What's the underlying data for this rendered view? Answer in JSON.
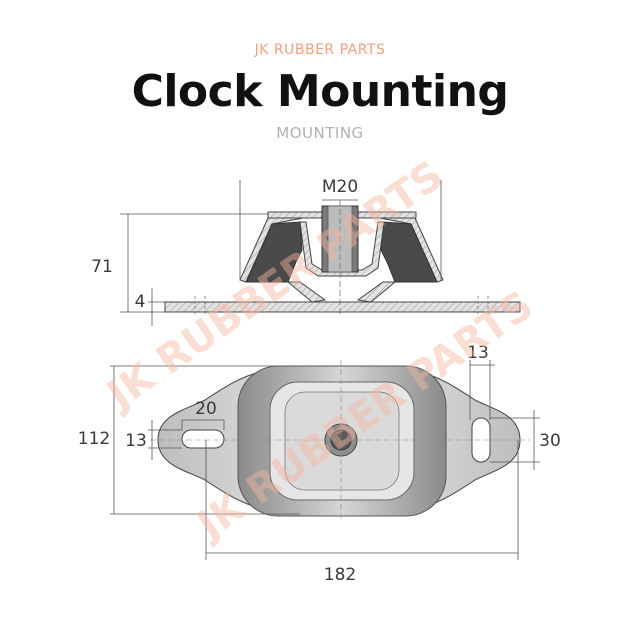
{
  "header": {
    "brand": "JK RUBBER PARTS",
    "title": "Clock Mounting",
    "subtitle": "MOUNTING"
  },
  "watermark": {
    "text_1": "JK RUBBER PARTS",
    "text_2": "JK RUBBER PARTS",
    "color": "#f6b5a0"
  },
  "dimensions": {
    "thread": "M20",
    "height": "71",
    "plate_thickness": "4",
    "slot_offset": "13",
    "slot_length": "20",
    "width": "112",
    "slot_width": "13",
    "slot_length_right": "30",
    "total_length": "182"
  },
  "colors": {
    "brand": "#f0a080",
    "metal": "#d8d8d8",
    "rubber": "#4a4a4a",
    "dimension_lines": "#555555"
  }
}
